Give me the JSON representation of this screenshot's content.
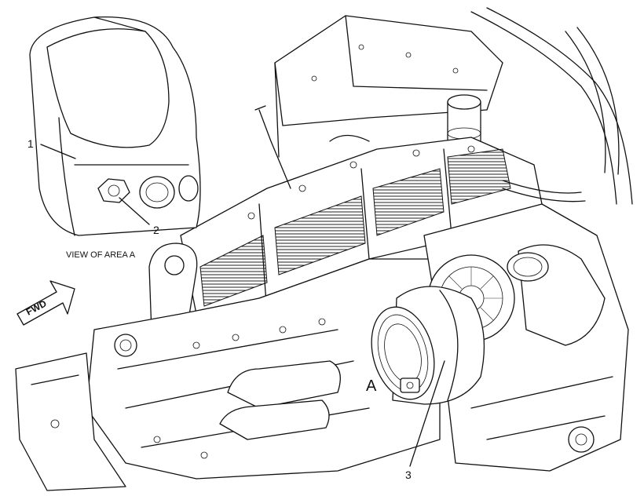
{
  "callouts": {
    "one": "1",
    "two": "2",
    "three": "3",
    "area": "A"
  },
  "view_label": "VIEW OF AREA A",
  "fwd_label": "FWD",
  "colors": {
    "ink": "#111111",
    "paper": "#ffffff"
  }
}
